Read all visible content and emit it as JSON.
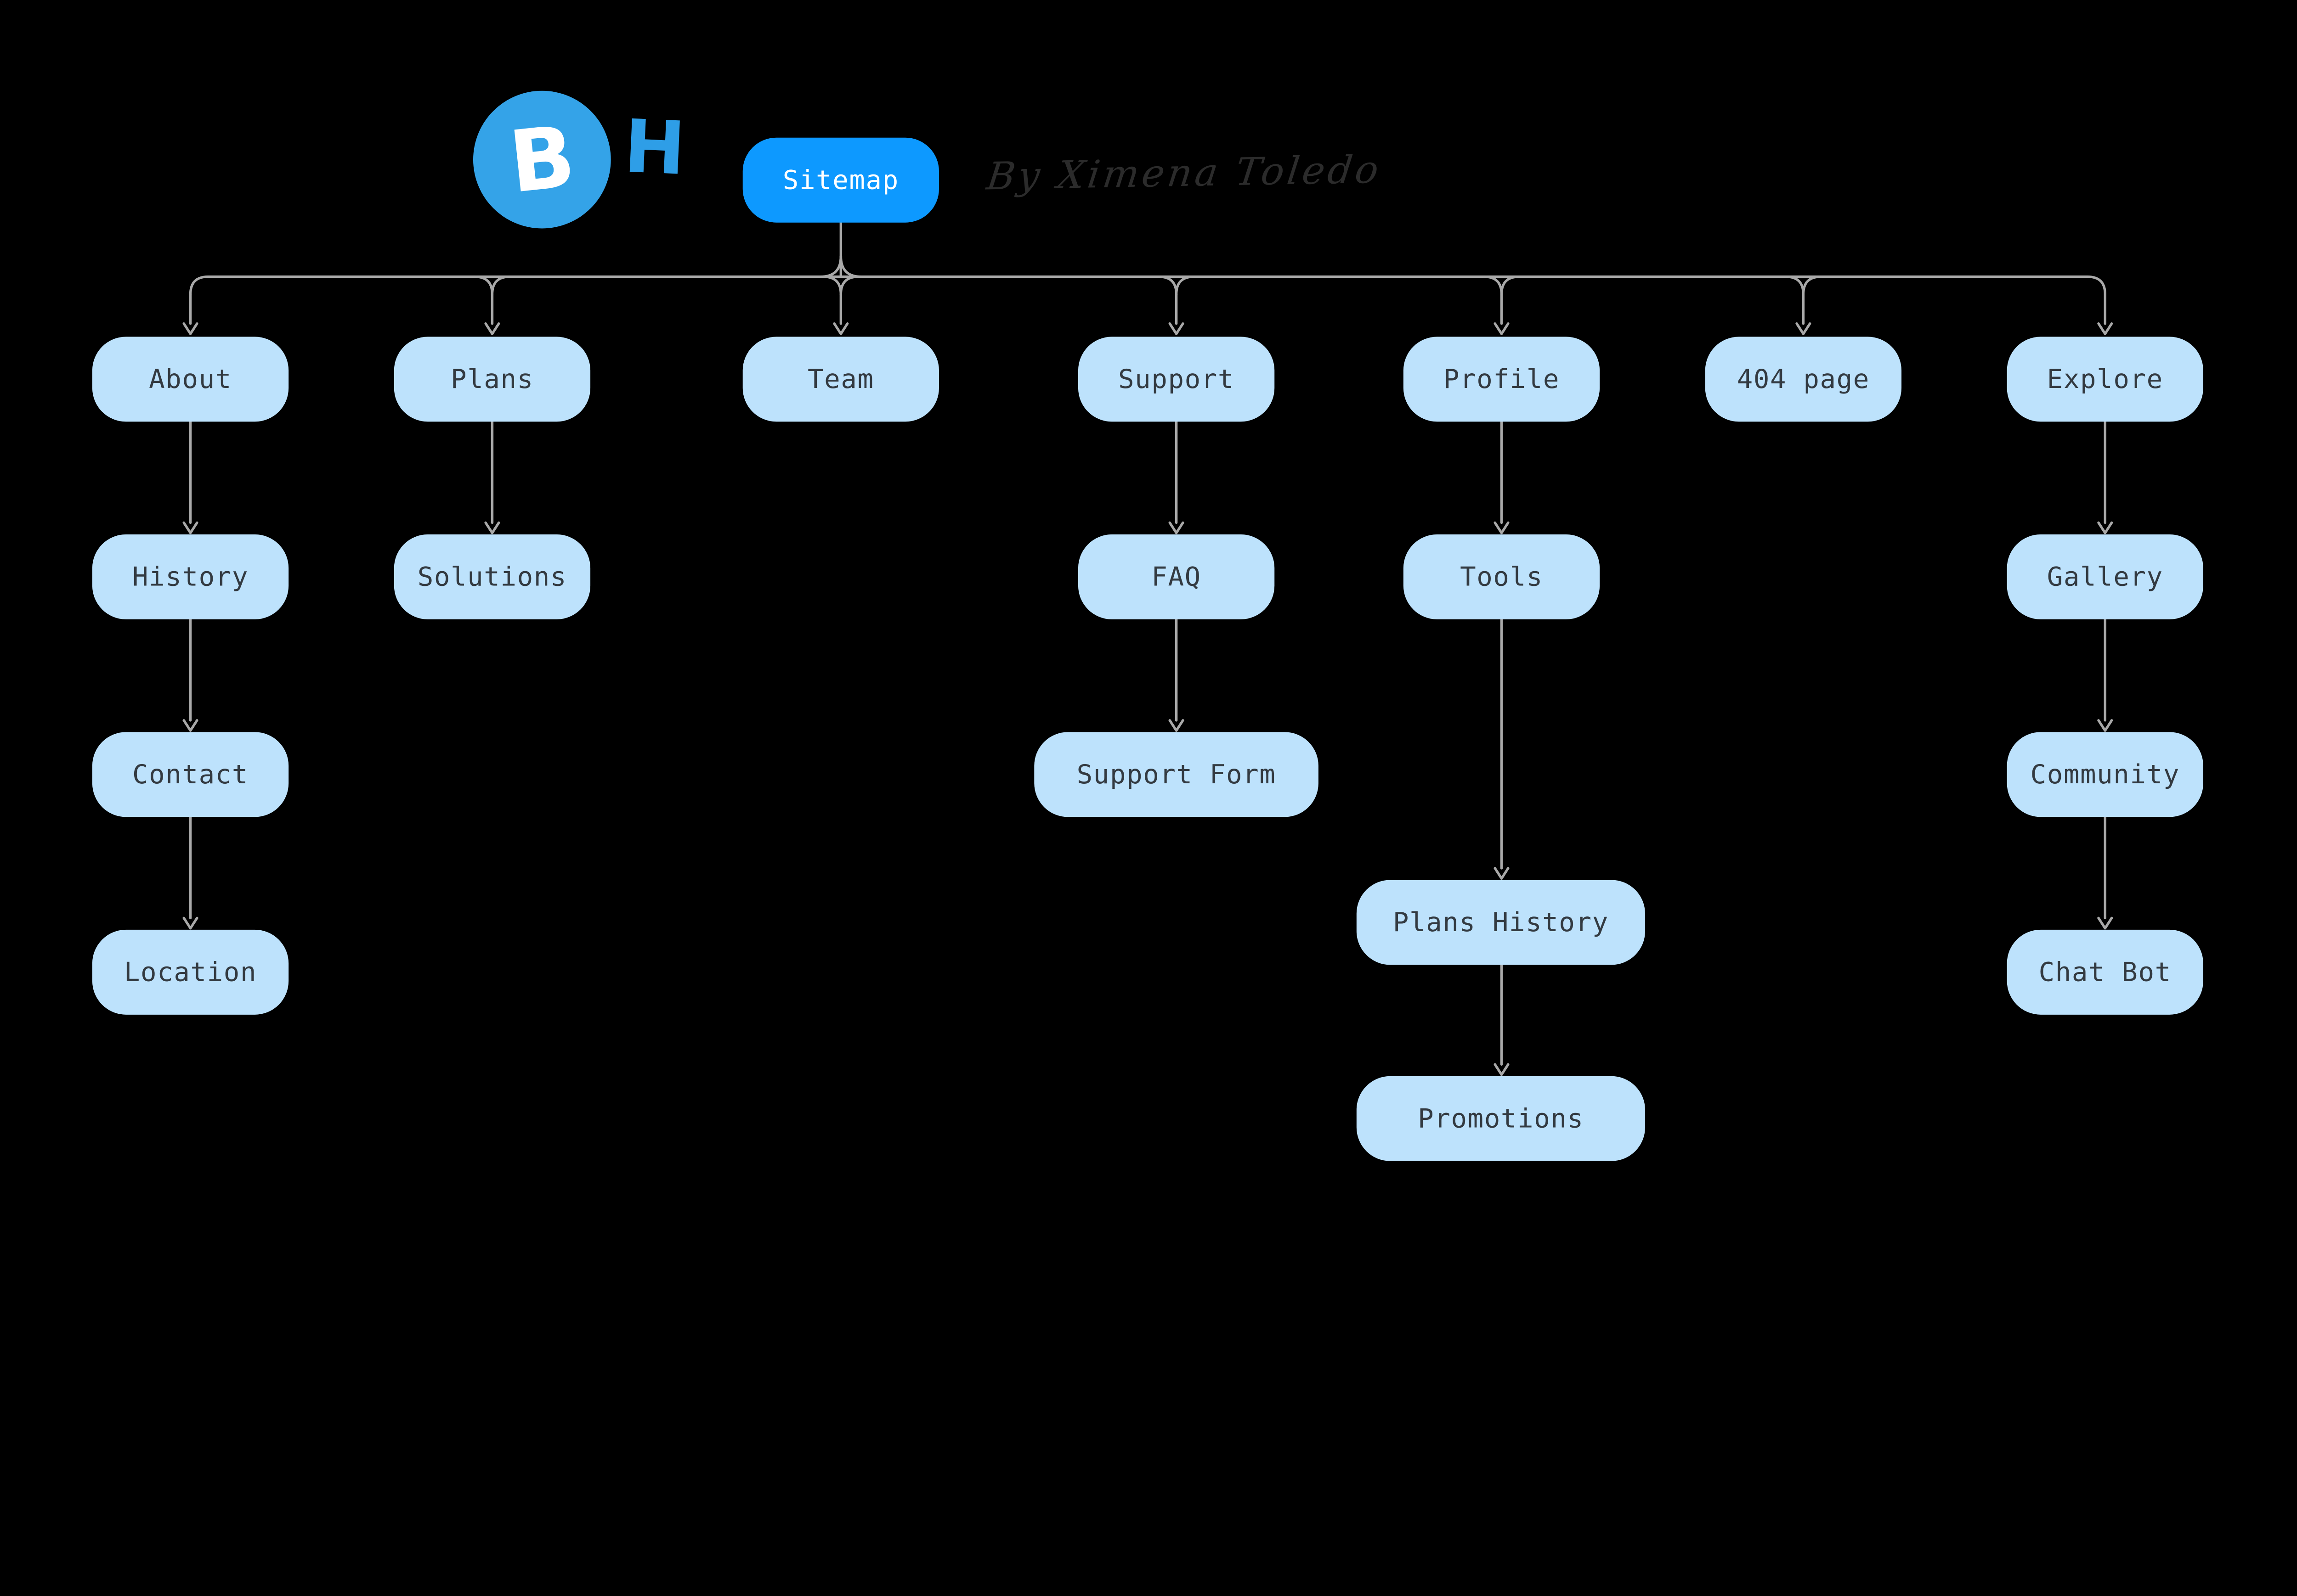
{
  "header": {
    "logo": {
      "circle_letter": "B",
      "adjacent_letter": "H"
    },
    "byline": "By Ximena Toledo"
  },
  "root": {
    "label": "Sitemap"
  },
  "nodes": [
    {
      "id": "about",
      "label": "About"
    },
    {
      "id": "plans",
      "label": "Plans"
    },
    {
      "id": "team",
      "label": "Team"
    },
    {
      "id": "support",
      "label": "Support"
    },
    {
      "id": "profile",
      "label": "Profile"
    },
    {
      "id": "404-page",
      "label": "404 page"
    },
    {
      "id": "explore",
      "label": "Explore"
    },
    {
      "id": "history",
      "label": "History"
    },
    {
      "id": "solutions",
      "label": "Solutions"
    },
    {
      "id": "faq",
      "label": "FAQ"
    },
    {
      "id": "tools",
      "label": "Tools"
    },
    {
      "id": "gallery",
      "label": "Gallery"
    },
    {
      "id": "contact",
      "label": "Contact"
    },
    {
      "id": "support-form",
      "label": "Support Form"
    },
    {
      "id": "community",
      "label": "Community"
    },
    {
      "id": "location",
      "label": "Location"
    },
    {
      "id": "plans-history",
      "label": "Plans History"
    },
    {
      "id": "chat-bot",
      "label": "Chat Bot"
    },
    {
      "id": "promotions",
      "label": "Promotions"
    }
  ],
  "edges": [
    {
      "from": "Sitemap",
      "to": "About"
    },
    {
      "from": "Sitemap",
      "to": "Plans"
    },
    {
      "from": "Sitemap",
      "to": "Team"
    },
    {
      "from": "Sitemap",
      "to": "Support"
    },
    {
      "from": "Sitemap",
      "to": "Profile"
    },
    {
      "from": "Sitemap",
      "to": "404 page"
    },
    {
      "from": "Sitemap",
      "to": "Explore"
    },
    {
      "from": "About",
      "to": "History"
    },
    {
      "from": "History",
      "to": "Contact"
    },
    {
      "from": "Contact",
      "to": "Location"
    },
    {
      "from": "Plans",
      "to": "Solutions"
    },
    {
      "from": "Support",
      "to": "FAQ"
    },
    {
      "from": "FAQ",
      "to": "Support Form"
    },
    {
      "from": "Profile",
      "to": "Tools"
    },
    {
      "from": "Tools",
      "to": "Plans History"
    },
    {
      "from": "Plans History",
      "to": "Promotions"
    },
    {
      "from": "Explore",
      "to": "Gallery"
    },
    {
      "from": "Gallery",
      "to": "Community"
    },
    {
      "from": "Community",
      "to": "Chat Bot"
    }
  ],
  "colors": {
    "background": "#000000",
    "node_fill": "#BDE2FC",
    "node_text": "#333A41",
    "root_fill": "#0D99FF",
    "root_text": "#FFFFFF",
    "connector": "#A9A9A9",
    "logo_circle": "#34A3E8",
    "logo_h_text": "#2E9EE7",
    "byline_text": "#2B2B2B"
  }
}
